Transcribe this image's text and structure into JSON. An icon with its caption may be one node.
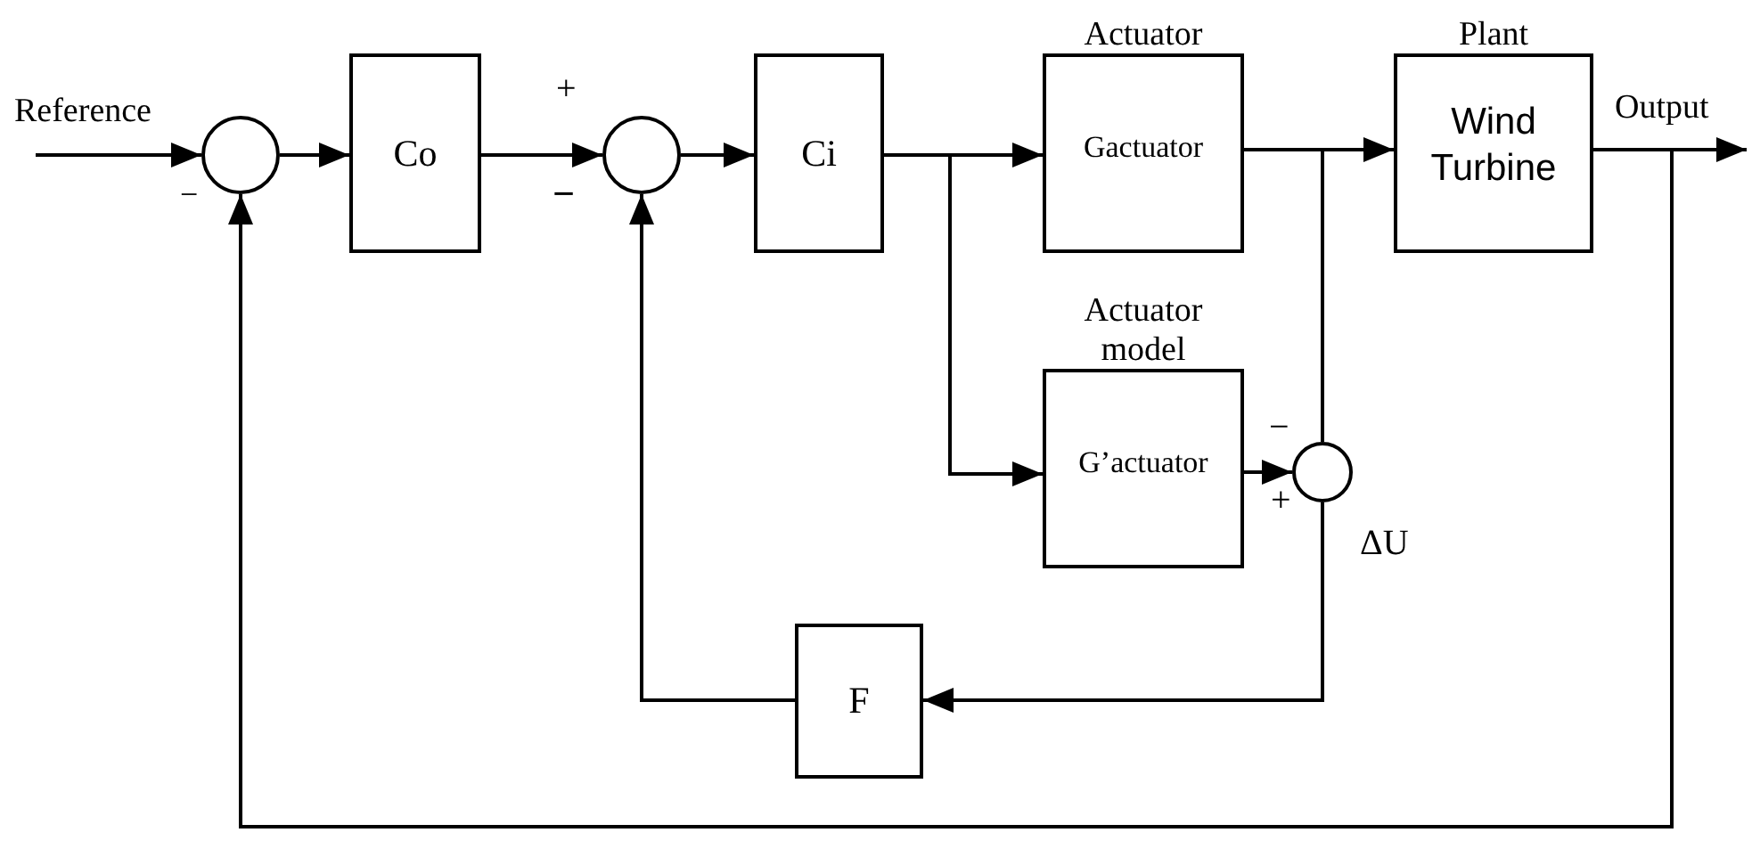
{
  "diagram": {
    "nodes": [
      {
        "text": [],
        "shape": "circle"
      },
      {
        "text": [
          "Co"
        ]
      },
      {
        "text": [],
        "shape": "circle"
      },
      {
        "text": [
          "Ci"
        ]
      },
      {
        "text": [
          "Actuator",
          "Gactuator"
        ]
      },
      {
        "text": [
          "Plant",
          "Wind Turbine"
        ]
      },
      {
        "text": [
          "Actuator model",
          "G’actuator"
        ]
      },
      {
        "text": [],
        "shape": "circle"
      },
      {
        "text": [
          "F"
        ]
      }
    ],
    "edges": [
      {
        "from": null,
        "to": 0,
        "arrow": "to",
        "label": "Reference"
      },
      {
        "from": 0,
        "to": 1,
        "arrow": "to"
      },
      {
        "from": 1,
        "to": 2,
        "arrow": "to"
      },
      {
        "from": 2,
        "to": 3,
        "arrow": "to"
      },
      {
        "from": 3,
        "to": 4,
        "arrow": "to"
      },
      {
        "from": 3,
        "to": 6,
        "arrow": "to"
      },
      {
        "from": 4,
        "to": 5,
        "arrow": "to"
      },
      {
        "from": 4,
        "to": 7,
        "arrow": "none"
      },
      {
        "from": 6,
        "to": 7,
        "arrow": "to"
      },
      {
        "from": 7,
        "to": 8,
        "arrow": "to"
      },
      {
        "from": 8,
        "to": 2,
        "arrow": "to"
      },
      {
        "from": 5,
        "to": null,
        "arrow": "to",
        "label": "Output"
      },
      {
        "from": 5,
        "to": 0,
        "arrow": "to"
      }
    ],
    "labels": [
      "−",
      "+",
      "−",
      "−",
      "+",
      "ΔU"
    ]
  }
}
